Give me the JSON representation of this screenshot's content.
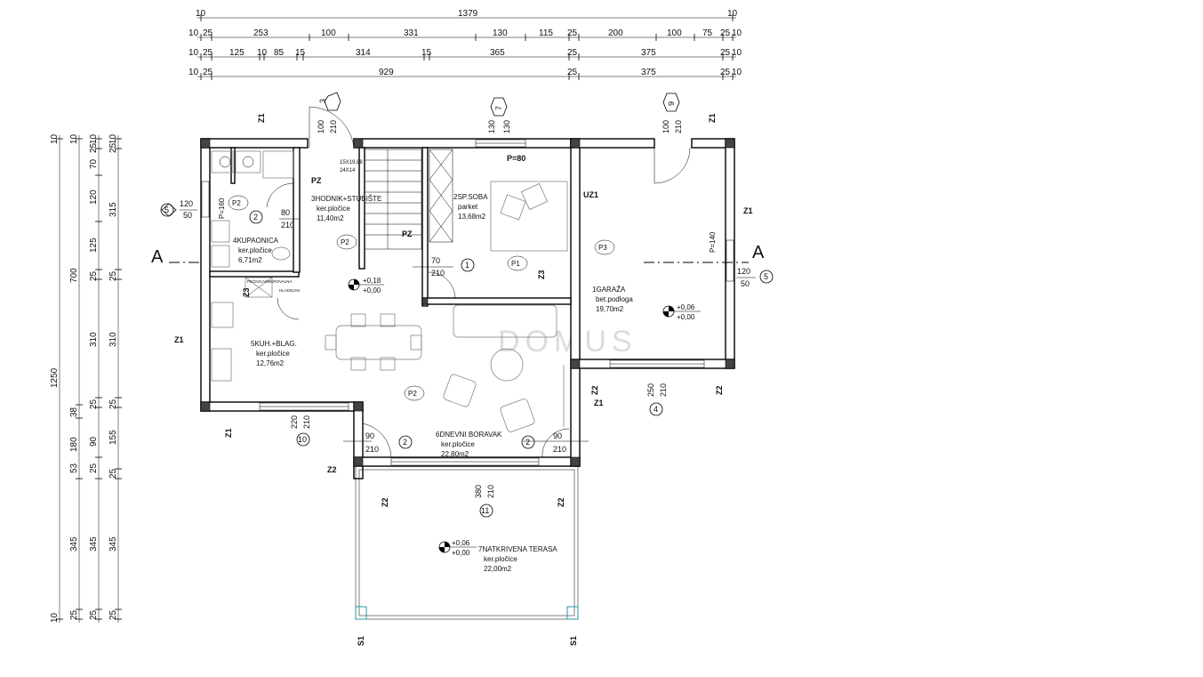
{
  "dims_top": {
    "row1": [
      "10",
      "1379",
      "10"
    ],
    "row2": [
      "10",
      "25",
      "253",
      "100",
      "331",
      "130",
      "115",
      "25",
      "200",
      "100",
      "75",
      "25",
      "10"
    ],
    "row3": [
      "10",
      "25",
      "125",
      "10",
      "85",
      "15",
      "314",
      "15",
      "365",
      "25",
      "375",
      "25",
      "10"
    ],
    "row4": [
      "10",
      "25",
      "929",
      "25",
      "375",
      "25",
      "10"
    ]
  },
  "dims_left": {
    "col1": [
      "10",
      "1250",
      "10"
    ],
    "col2": [
      "10",
      "700",
      "38",
      "180",
      "53",
      "345",
      "25"
    ],
    "col3": [
      "10",
      "25",
      "70",
      "120",
      "125",
      "25",
      "310",
      "25",
      "90",
      "25",
      "345",
      "25"
    ],
    "col4": [
      "10",
      "25",
      "315",
      "25",
      "310",
      "25",
      "155",
      "25",
      "345",
      "25"
    ]
  },
  "rooms": [
    {
      "num": "1",
      "name": "GARAŽA",
      "floor": "bet.podloga",
      "area": "19,70m2"
    },
    {
      "num": "2",
      "name": "SP.SOBA",
      "floor": "parket",
      "area": "13,68m2"
    },
    {
      "num": "3",
      "name": "HODNIK+STUBIŠTE",
      "floor": "ker.pločice",
      "area": "11,40m2"
    },
    {
      "num": "4",
      "name": "KUPAONICA",
      "floor": "ker.pločice",
      "area": "6,71m2"
    },
    {
      "num": "5",
      "name": "KUH.+BLAG.",
      "floor": "ker.pločice",
      "area": "12,76m2"
    },
    {
      "num": "6",
      "name": "DNEVNI BORAVAK",
      "floor": "ker.pločice",
      "area": "22,80m2"
    },
    {
      "num": "7",
      "name": "NATKRIVENA TERASA",
      "floor": "ker.pločice",
      "area": "22,00m2"
    }
  ],
  "levels": [
    {
      "up": "+0,18",
      "down": "+0,00"
    },
    {
      "up": "+0,06",
      "down": "+0,00"
    },
    {
      "up": "+0,06",
      "down": "+0,00"
    }
  ],
  "wall_types": {
    "z1": "Z1",
    "z2": "Z2",
    "z3": "Z3",
    "uz1": "UZ1",
    "s1": "S1",
    "pz": "PZ"
  },
  "floor_types": {
    "p1": "P1",
    "p2": "P2",
    "p3": "P3"
  },
  "parapets": {
    "p80": "P=80",
    "p160": "P=160",
    "p140": "P=140"
  },
  "openings": {
    "o3_w": "100",
    "o3_h": "210",
    "o7_w": "130",
    "o7_h": "130",
    "o9_w": "100",
    "o9_h": "210",
    "o5l_w": "120",
    "o5l_h": "50",
    "o5r_w": "120",
    "o5r_h": "50",
    "o2a_w": "80",
    "o2a_h": "210",
    "o1_w": "70",
    "o1_h": "210",
    "o10_w": "220",
    "o10_h": "210",
    "o2b_w": "90",
    "o2b_h": "210",
    "o2c_w": "90",
    "o2c_h": "210",
    "o4_w": "250",
    "o4_h": "210",
    "o11_w": "380",
    "o11_h": "210"
  },
  "tags": {
    "t1": "1",
    "t2": "2",
    "t3": "3",
    "t4": "4",
    "t5": "5",
    "t7": "7",
    "t9": "9",
    "t10": "10",
    "t11": "11"
  },
  "stair": {
    "a": "15X19,88",
    "b": "24X14"
  },
  "small_labels": {
    "pecnica": "PEĆNICA/MIKROVALNA",
    "hladnjak": "HLADNJAK"
  },
  "section": {
    "a": "A"
  },
  "watermark": "DOMUS"
}
